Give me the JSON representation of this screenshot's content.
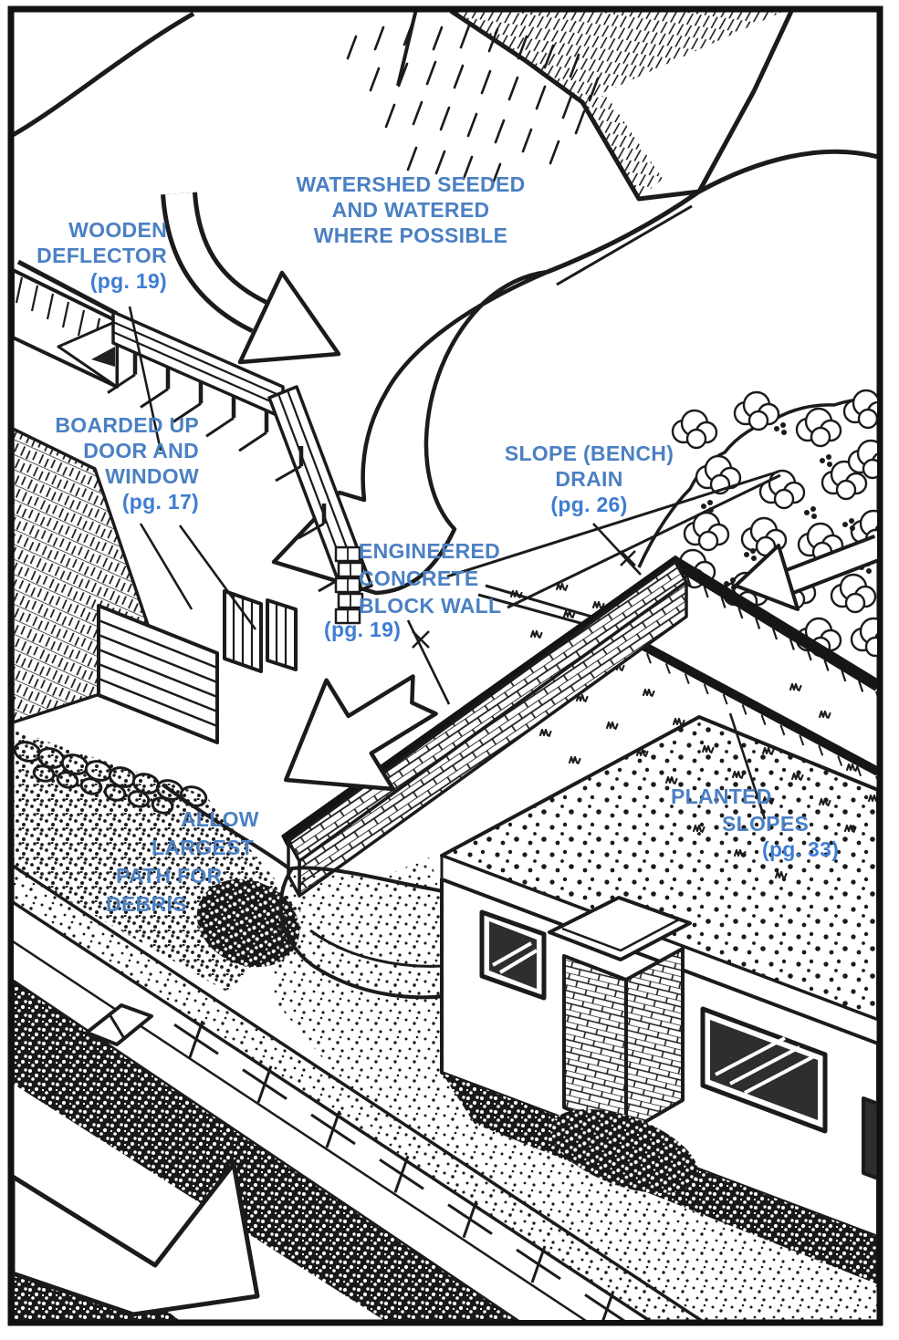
{
  "figure": {
    "description_domain": "debris-flow home protection illustration",
    "callouts": {
      "watershed": {
        "lines": [
          "WATERSHED SEEDED",
          "AND WATERED",
          "WHERE POSSIBLE"
        ]
      },
      "wooden_deflector": {
        "lines": [
          "WOODEN",
          "DEFLECTOR"
        ],
        "page": "(pg. 19)"
      },
      "boarded": {
        "lines": [
          "BOARDED UP",
          "DOOR AND",
          "WINDOW"
        ],
        "page": "(pg. 17)"
      },
      "slope_drain": {
        "lines": [
          "SLOPE (BENCH)",
          "DRAIN"
        ],
        "page": "(pg. 26)"
      },
      "block_wall": {
        "lines": [
          "ENGINEERED",
          "CONCRETE",
          "BLOCK WALL"
        ],
        "page": "(pg. 19)"
      },
      "planted": {
        "lines": [
          "PLANTED",
          "SLOPES"
        ],
        "page": "(pg. 33)"
      },
      "allow": {
        "lines": [
          "ALLOW",
          "LARGEST",
          "PATH FOR",
          "DEBRIS"
        ]
      }
    },
    "colors": {
      "label_blue": "#4b80c3",
      "page_blue": "#3e7dd2",
      "ink": "#1b1b1b",
      "paper": "#ffffff"
    }
  }
}
